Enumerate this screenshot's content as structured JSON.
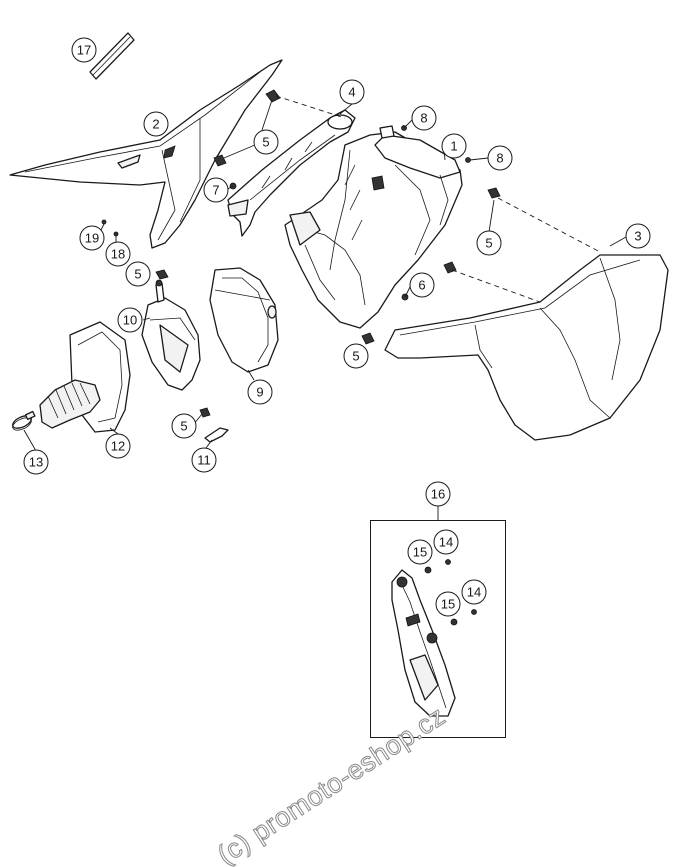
{
  "diagram": {
    "callouts": [
      {
        "id": "c17",
        "label": "17"
      },
      {
        "id": "c2",
        "label": "2"
      },
      {
        "id": "c4",
        "label": "4"
      },
      {
        "id": "c5a",
        "label": "5"
      },
      {
        "id": "c8a",
        "label": "8"
      },
      {
        "id": "c1",
        "label": "1"
      },
      {
        "id": "c8b",
        "label": "8"
      },
      {
        "id": "c7",
        "label": "7"
      },
      {
        "id": "c19",
        "label": "19"
      },
      {
        "id": "c18",
        "label": "18"
      },
      {
        "id": "c3",
        "label": "3"
      },
      {
        "id": "c5b",
        "label": "5"
      },
      {
        "id": "c5c",
        "label": "5"
      },
      {
        "id": "c6",
        "label": "6"
      },
      {
        "id": "c10",
        "label": "10"
      },
      {
        "id": "c5d",
        "label": "5"
      },
      {
        "id": "c9",
        "label": "9"
      },
      {
        "id": "c5e",
        "label": "5"
      },
      {
        "id": "c11",
        "label": "11"
      },
      {
        "id": "c12",
        "label": "12"
      },
      {
        "id": "c13",
        "label": "13"
      },
      {
        "id": "c16",
        "label": "16"
      },
      {
        "id": "c14a",
        "label": "14"
      },
      {
        "id": "c15a",
        "label": "15"
      },
      {
        "id": "c14b",
        "label": "14"
      },
      {
        "id": "c15b",
        "label": "15"
      }
    ],
    "watermark": "(c) promoto-eshop.cz"
  }
}
